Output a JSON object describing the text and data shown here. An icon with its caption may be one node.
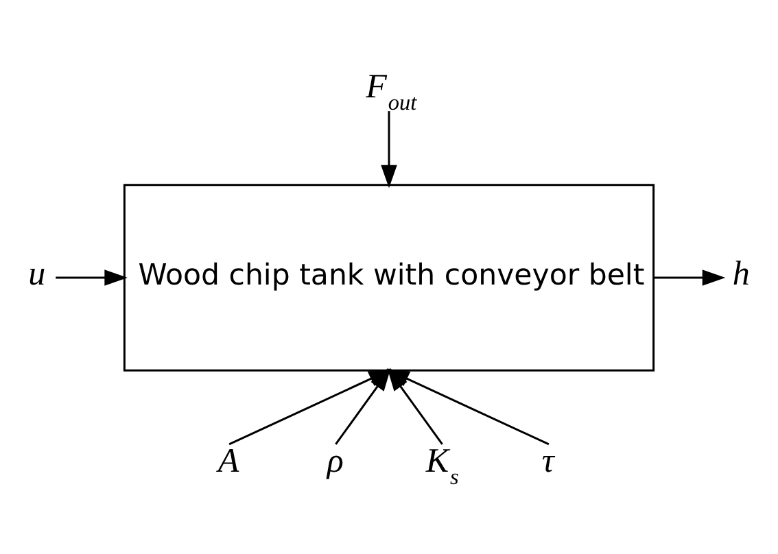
{
  "diagram": {
    "nodes": [
      {
        "text": [
          "Wood chip tank with conveyor belt"
        ]
      },
      {
        "text": [
          "F$_{out}$"
        ]
      },
      {
        "text": [
          "u"
        ]
      },
      {
        "text": [
          "h"
        ]
      },
      {
        "text": [
          "A"
        ]
      },
      {
        "text": [
          "ρ"
        ]
      },
      {
        "text": [
          "K$_{s}$"
        ]
      },
      {
        "text": [
          "τ"
        ]
      }
    ],
    "edges": [
      {
        "from": 1,
        "to": 0,
        "arrow": "to"
      },
      {
        "from": 2,
        "to": 0,
        "arrow": "to"
      },
      {
        "from": 0,
        "to": 3,
        "arrow": "to"
      },
      {
        "from": 4,
        "to": 0,
        "arrow": "to"
      },
      {
        "from": 5,
        "to": 0,
        "arrow": "to"
      },
      {
        "from": 6,
        "to": 0,
        "arrow": "to"
      },
      {
        "from": 7,
        "to": 0,
        "arrow": "to"
      }
    ]
  }
}
